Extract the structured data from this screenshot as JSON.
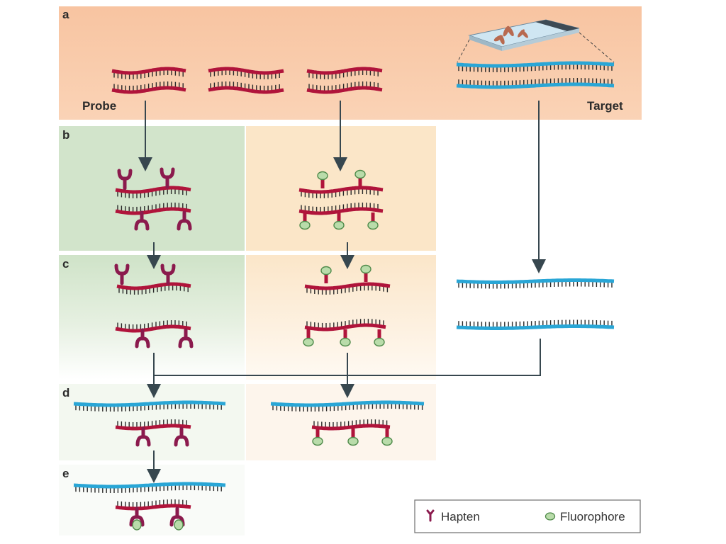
{
  "panels": [
    "a",
    "b",
    "c",
    "d",
    "e"
  ],
  "labels": {
    "probe": "Probe",
    "target": "Target"
  },
  "legend": {
    "hapten": "Hapten",
    "fluorophore": "Fluorophore"
  },
  "colors": {
    "probe_strand": "#b0143b",
    "target_strand": "#29a6d6",
    "base_tick": "#2a2a2a",
    "hapten": "#8b1a4d",
    "fluorophore_fill": "#b9dcaa",
    "fluorophore_stroke": "#4f8a4a",
    "arrow": "#37474f",
    "panel_a_bg": "#f9c9a8",
    "hapten_column_bg": "#d3e5cc",
    "fluor_column_bg": "#fbe8cc"
  },
  "icons": [
    "hapten-icon",
    "fluorophore-icon",
    "microscope-slide-icon",
    "chromosome-icon"
  ]
}
